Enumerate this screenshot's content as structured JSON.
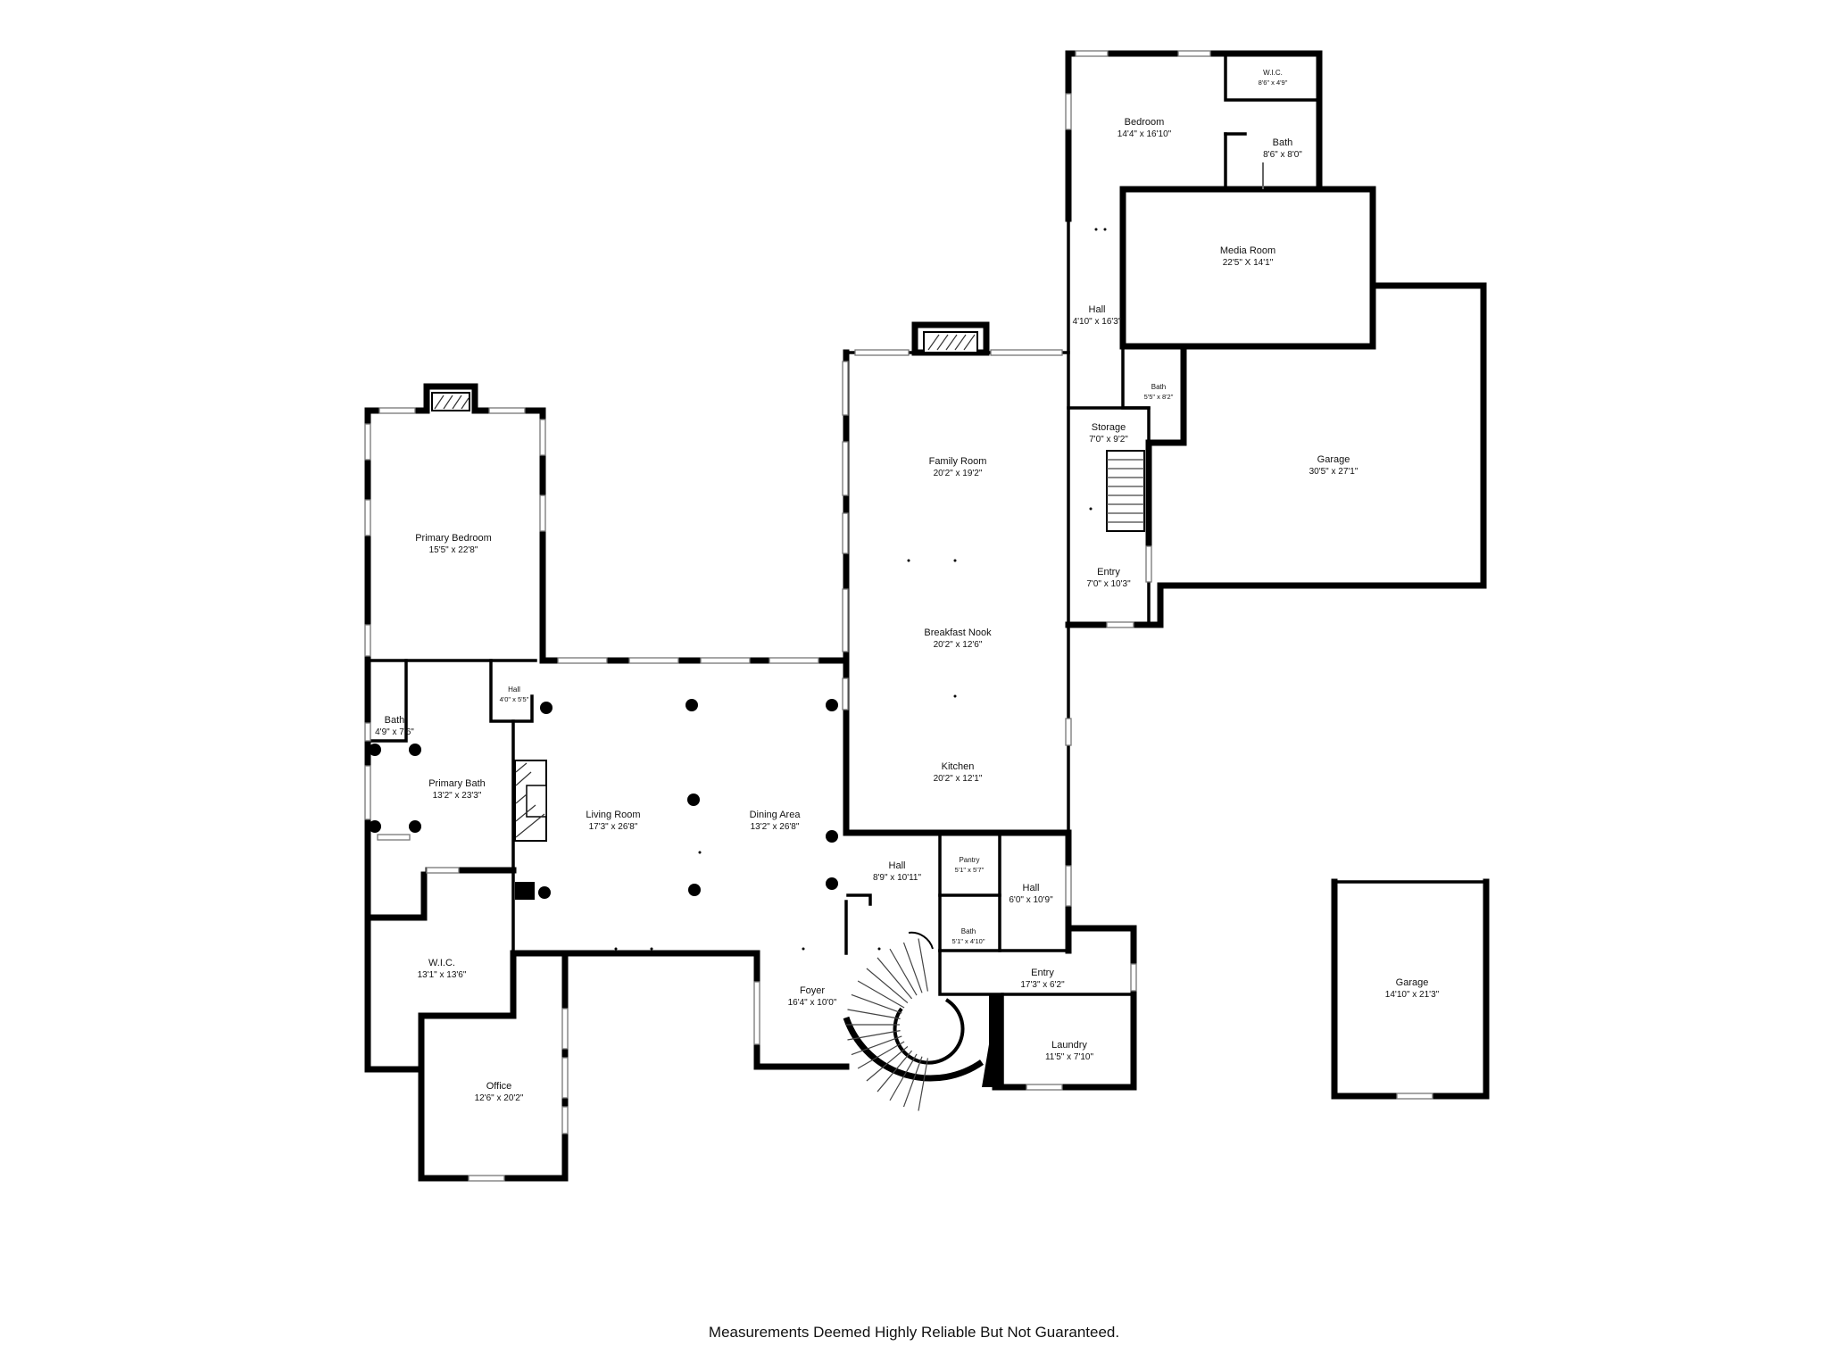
{
  "rooms": [
    {
      "id": "wic-top",
      "name": "W.I.C.",
      "dims": "8'6\" x 4'9\"",
      "size": "s"
    },
    {
      "id": "bedroom",
      "name": "Bedroom",
      "dims": "14'4\" x 16'10\"",
      "size": "m"
    },
    {
      "id": "bath-top",
      "name": "Bath",
      "dims": "8'6\" x 8'0\"",
      "size": "m"
    },
    {
      "id": "media-room",
      "name": "Media Room",
      "dims": "22'5\" X 14'1\"",
      "size": "m"
    },
    {
      "id": "hall-north",
      "name": "Hall",
      "dims": "4'10\" x 16'3\"",
      "size": "m"
    },
    {
      "id": "bath-small",
      "name": "Bath",
      "dims": "5'5\" x 8'2\"",
      "size": "s"
    },
    {
      "id": "storage",
      "name": "Storage",
      "dims": "7'0\" x 9'2\"",
      "size": "m"
    },
    {
      "id": "garage-main",
      "name": "Garage",
      "dims": "30'5\" x 27'1\"",
      "size": "m"
    },
    {
      "id": "family-room",
      "name": "Family Room",
      "dims": "20'2\" x 19'2\"",
      "size": "m"
    },
    {
      "id": "entry-east",
      "name": "Entry",
      "dims": "7'0\" x 10'3\"",
      "size": "m"
    },
    {
      "id": "primary-bedroom",
      "name": "Primary Bedroom",
      "dims": "15'5\" x 22'8\"",
      "size": "m"
    },
    {
      "id": "breakfast-nook",
      "name": "Breakfast Nook",
      "dims": "20'2\" x 12'6\"",
      "size": "m"
    },
    {
      "id": "hall-small",
      "name": "Hall",
      "dims": "4'0\" x 5'5\"",
      "size": "s"
    },
    {
      "id": "bath-west",
      "name": "Bath",
      "dims": "4'9\" x 7'6\"",
      "size": "m"
    },
    {
      "id": "kitchen",
      "name": "Kitchen",
      "dims": "20'2\" x 12'1\"",
      "size": "m"
    },
    {
      "id": "primary-bath",
      "name": "Primary Bath",
      "dims": "13'2\" x 23'3\"",
      "size": "m"
    },
    {
      "id": "living-room",
      "name": "Living Room",
      "dims": "17'3\" x 26'8\"",
      "size": "m"
    },
    {
      "id": "dining-area",
      "name": "Dining Area",
      "dims": "13'2\" x 26'8\"",
      "size": "m"
    },
    {
      "id": "hall-kitchen",
      "name": "Hall",
      "dims": "8'9\" x 10'11\"",
      "size": "m"
    },
    {
      "id": "pantry",
      "name": "Pantry",
      "dims": "5'1\" x 5'7\"",
      "size": "s"
    },
    {
      "id": "hall-east",
      "name": "Hall",
      "dims": "6'0\" x 10'9\"",
      "size": "m"
    },
    {
      "id": "bath-center",
      "name": "Bath",
      "dims": "5'1\" x 4'10\"",
      "size": "s"
    },
    {
      "id": "wic-primary",
      "name": "W.I.C.",
      "dims": "13'1\" x 13'6\"",
      "size": "m"
    },
    {
      "id": "entry-south",
      "name": "Entry",
      "dims": "17'3\" x 6'2\"",
      "size": "m"
    },
    {
      "id": "foyer",
      "name": "Foyer",
      "dims": "16'4\" x 10'0\"",
      "size": "m"
    },
    {
      "id": "garage-detached",
      "name": "Garage",
      "dims": "14'10\" x 21'3\"",
      "size": "m"
    },
    {
      "id": "laundry",
      "name": "Laundry",
      "dims": "11'5\" x 7'10\"",
      "size": "m"
    },
    {
      "id": "office",
      "name": "Office",
      "dims": "12'6\" x 20'2\"",
      "size": "m"
    }
  ],
  "disclaimer": "Measurements Deemed Highly Reliable But Not Guaranteed."
}
